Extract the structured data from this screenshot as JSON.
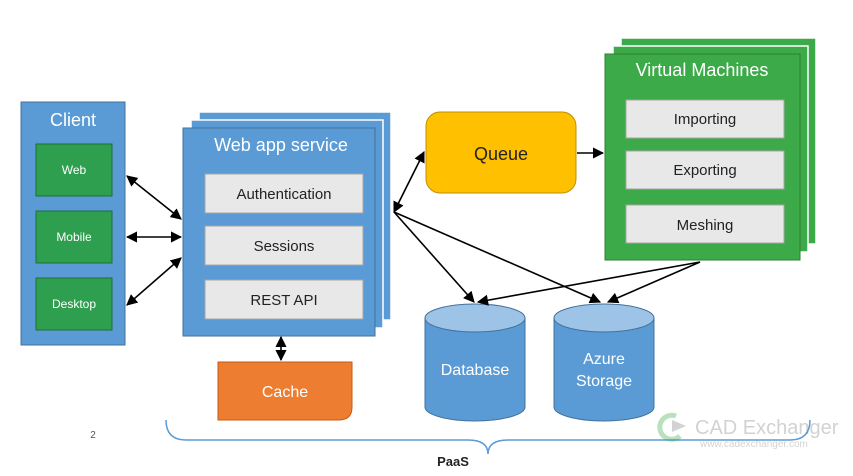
{
  "client": {
    "title": "Client",
    "items": [
      "Web",
      "Mobile",
      "Desktop"
    ]
  },
  "webapp": {
    "title": "Web app service",
    "items": [
      "Authentication",
      "Sessions",
      "REST API"
    ]
  },
  "queue": {
    "label": "Queue"
  },
  "vms": {
    "title": "Virtual Machines",
    "items": [
      "Importing",
      "Exporting",
      "Meshing"
    ]
  },
  "cache": {
    "label": "Cache"
  },
  "database": {
    "label": "Database"
  },
  "storage": {
    "line1": "Azure",
    "line2": "Storage"
  },
  "paas": {
    "label": "PaaS"
  },
  "page_number": "2",
  "watermark": {
    "brand": "CAD Exchanger",
    "url": "www.cadexchanger.com"
  },
  "colors": {
    "client_blue": "#5B9BD5",
    "green": "#3DAA4A",
    "gray_box": "#E8E8E8",
    "queue_yellow": "#FFC000",
    "cache_orange": "#ED7D31",
    "cylinder_blue": "#5B9BD5",
    "brace_blue": "#5B9BD5"
  }
}
